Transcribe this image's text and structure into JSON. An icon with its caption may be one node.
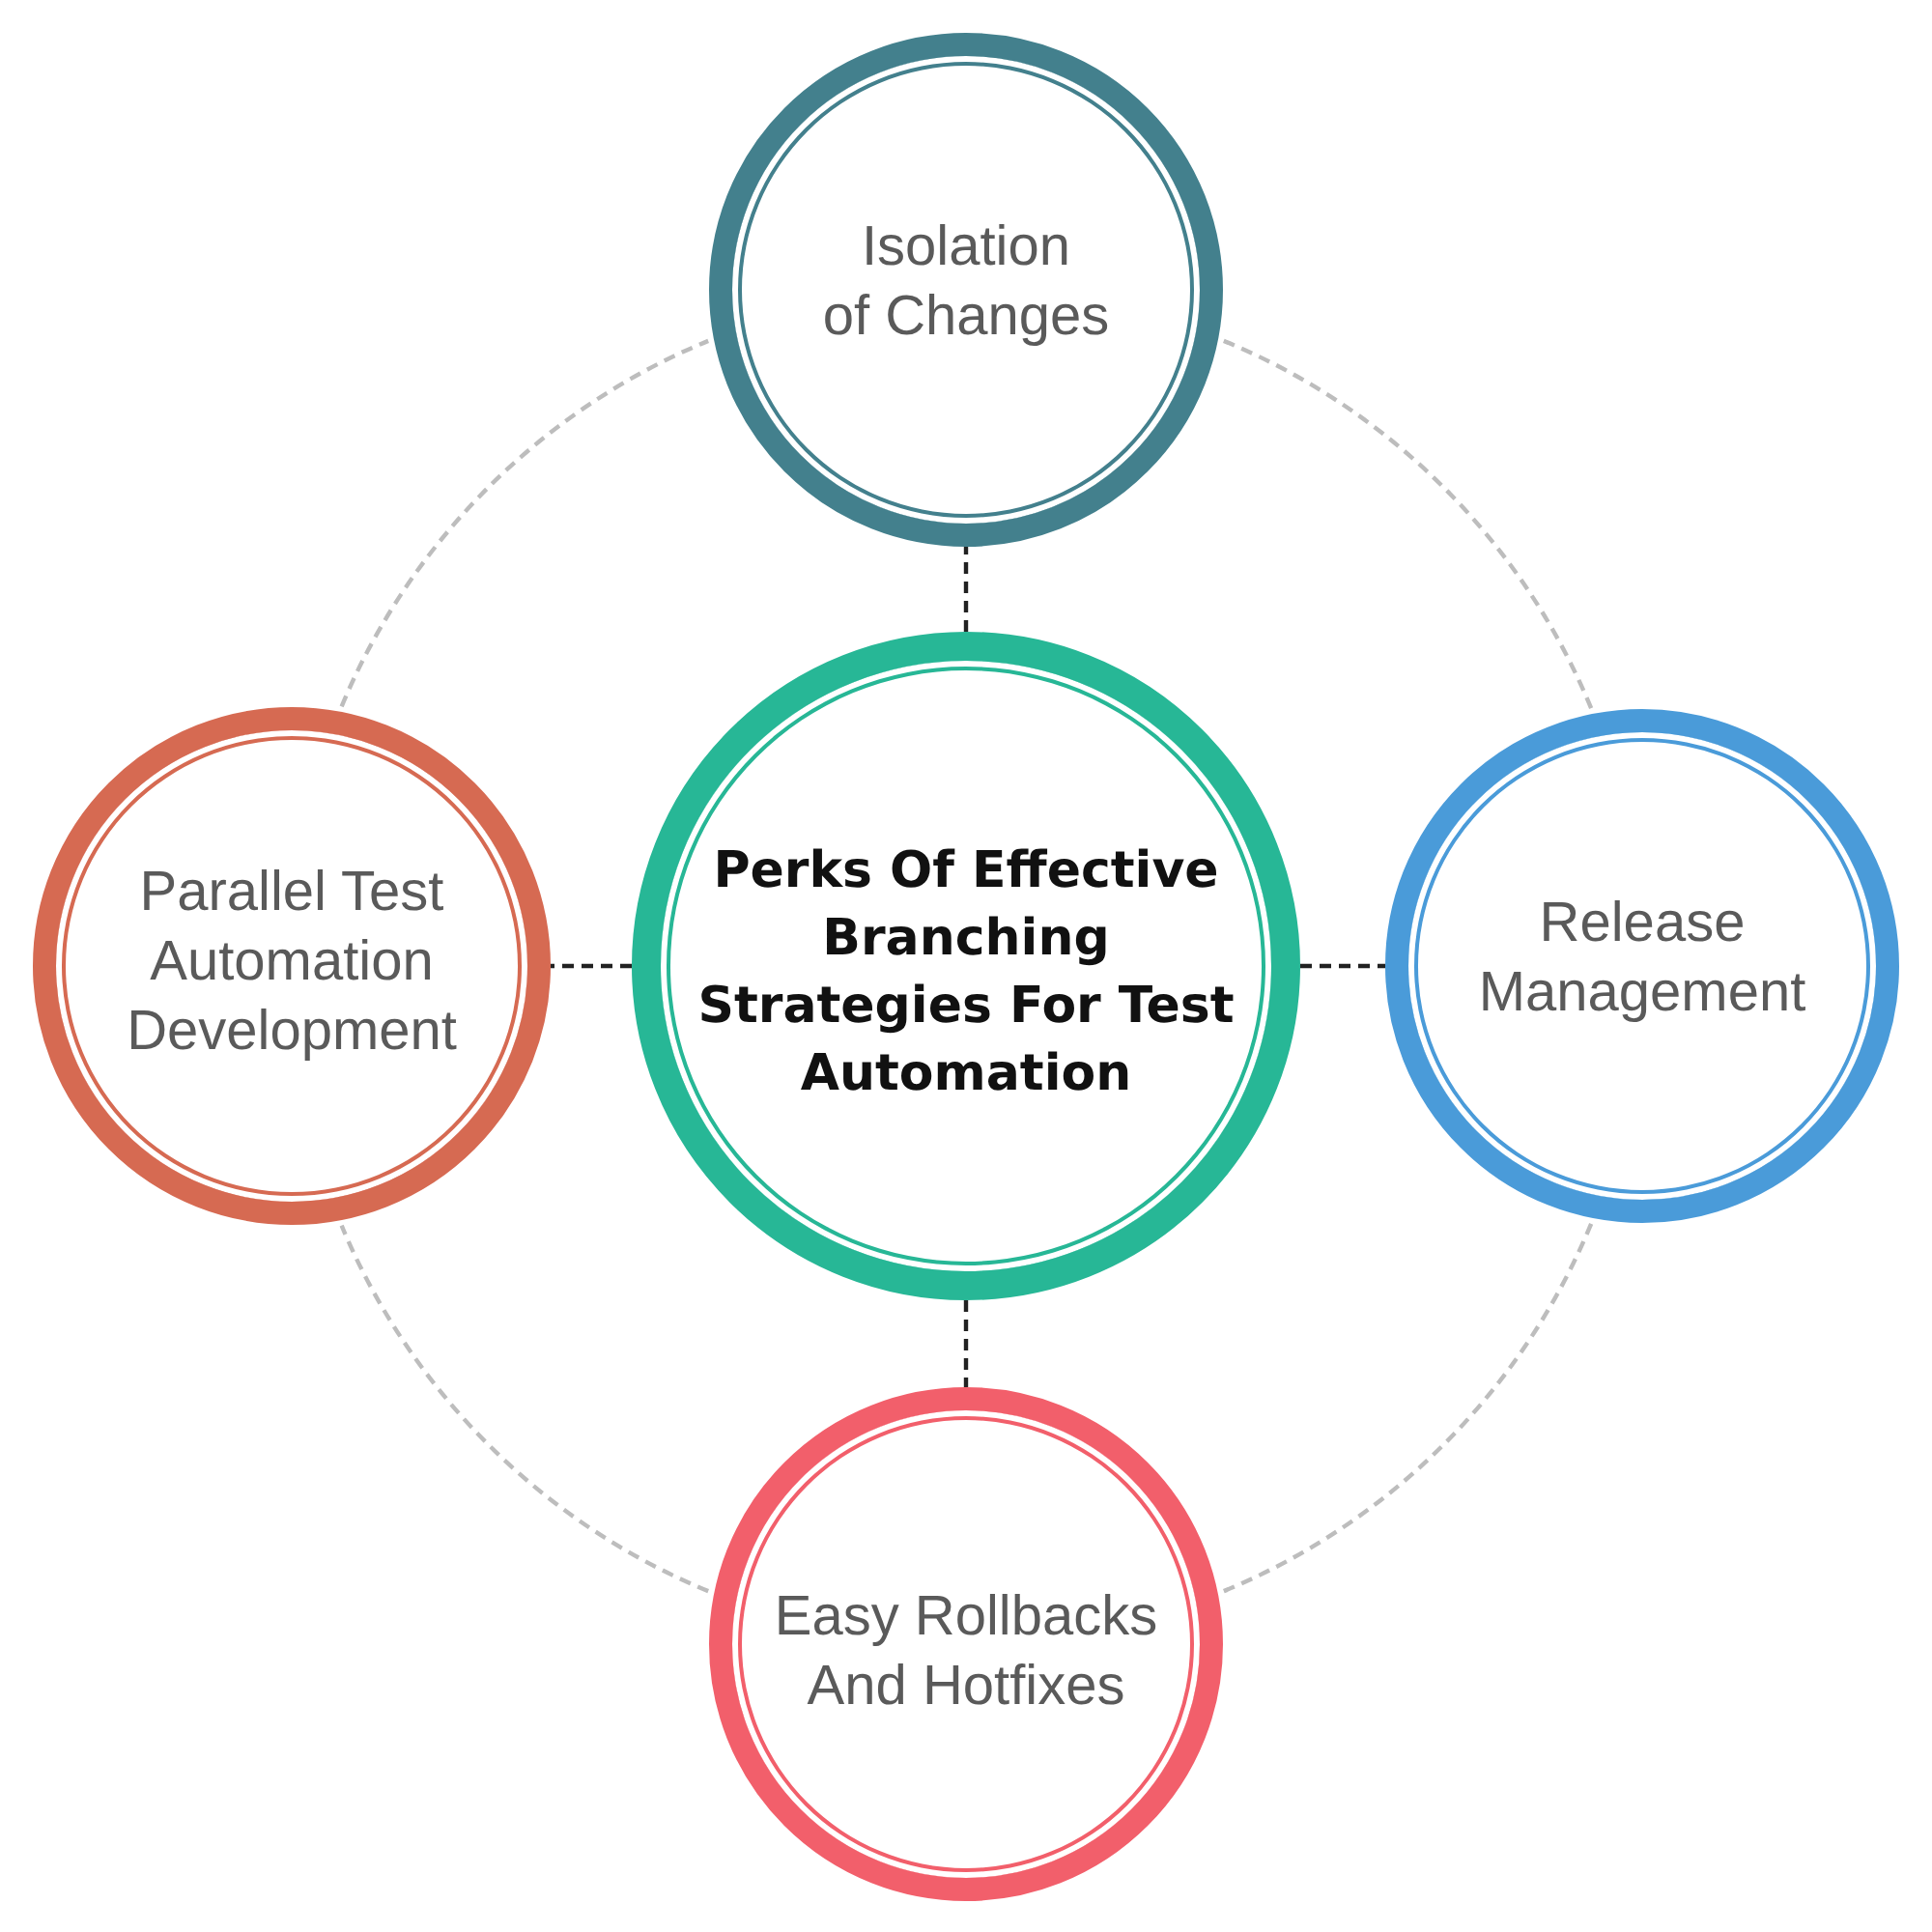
{
  "diagram": {
    "nodes": [
      {
        "text": [
          "Isolation of Changes"
        ]
      },
      {
        "text": [
          "Parallel Test Automation Development"
        ]
      },
      {
        "text": [
          "Perks Of Effective Branching Strategies For Test Automation"
        ]
      },
      {
        "text": [
          "Release Management"
        ]
      },
      {
        "text": [
          "Easy Rollbacks And Hotfixes"
        ]
      }
    ],
    "edges": [
      {
        "from": 2,
        "to": 0,
        "arrow": "none",
        "style": "dashed"
      },
      {
        "from": 2,
        "to": 1,
        "arrow": "none",
        "style": "dashed"
      },
      {
        "from": 2,
        "to": 3,
        "arrow": "none",
        "style": "dashed"
      },
      {
        "from": 2,
        "to": 4,
        "arrow": "none",
        "style": "dashed"
      },
      {
        "from": 0,
        "to": 3,
        "arrow": "none",
        "style": "dashed",
        "color": "#bdbdbd"
      },
      {
        "from": 3,
        "to": 4,
        "arrow": "none",
        "style": "dashed",
        "color": "#bdbdbd"
      },
      {
        "from": 4,
        "to": 1,
        "arrow": "none",
        "style": "dashed",
        "color": "#bdbdbd"
      },
      {
        "from": 1,
        "to": 0,
        "arrow": "none",
        "style": "dashed",
        "color": "#bdbdbd"
      }
    ]
  }
}
